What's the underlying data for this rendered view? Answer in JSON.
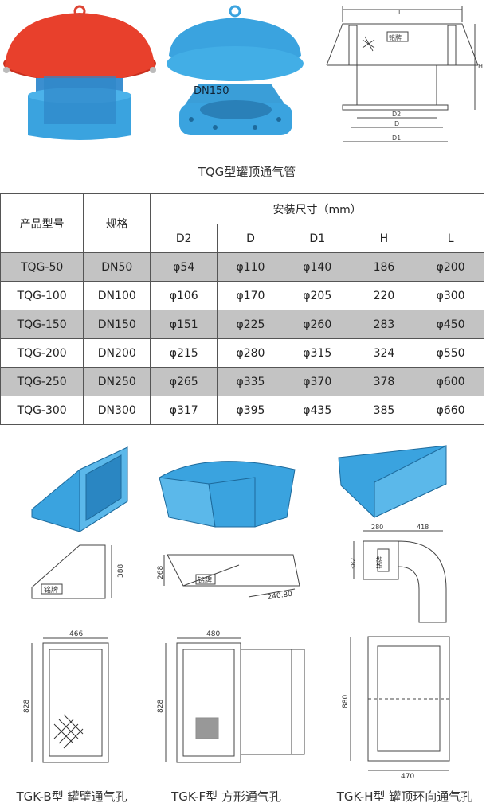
{
  "top": {
    "product_label": "DN150",
    "caption": "TQG型罐顶通气管",
    "drawing_labels": {
      "L": "L",
      "H": "H",
      "D2": "D2",
      "D": "D",
      "D1": "D1",
      "nameplate": "铭牌"
    }
  },
  "table": {
    "header_model": "产品型号",
    "header_spec": "规格",
    "header_dims": "安装尺寸（mm）",
    "dim_columns": [
      "D2",
      "D",
      "D1",
      "H",
      "L"
    ],
    "rows": [
      {
        "model": "TQG-50",
        "spec": "DN50",
        "D2": "φ54",
        "D": "φ110",
        "D1": "φ140",
        "H": "186",
        "L": "φ200"
      },
      {
        "model": "TQG-100",
        "spec": "DN100",
        "D2": "φ106",
        "D": "φ170",
        "D1": "φ205",
        "H": "220",
        "L": "φ300"
      },
      {
        "model": "TQG-150",
        "spec": "DN150",
        "D2": "φ151",
        "D": "φ225",
        "D1": "φ260",
        "H": "283",
        "L": "φ450"
      },
      {
        "model": "TQG-200",
        "spec": "DN200",
        "D2": "φ215",
        "D": "φ280",
        "D1": "φ315",
        "H": "324",
        "L": "φ550"
      },
      {
        "model": "TQG-250",
        "spec": "DN250",
        "D2": "φ265",
        "D": "φ335",
        "D1": "φ370",
        "H": "378",
        "L": "φ600"
      },
      {
        "model": "TQG-300",
        "spec": "DN300",
        "D2": "φ317",
        "D": "φ395",
        "D1": "φ435",
        "H": "385",
        "L": "φ660"
      }
    ]
  },
  "bottom": {
    "b": {
      "caption": "TGK-B型 罐壁通气孔",
      "dim_side": "388",
      "dim_width": "466",
      "dim_height": "828",
      "nameplate": "铭牌"
    },
    "f": {
      "caption": "TGK-F型 方形通气孔",
      "dim_side": "268",
      "dim_diag": "240.80",
      "dim_width": "480",
      "dim_height": "828",
      "nameplate": "铭牌"
    },
    "h": {
      "caption": "TGK-H型 罐顶环向通气孔",
      "dim_a": "280",
      "dim_b": "418",
      "dim_side": "382",
      "dim_width": "470",
      "dim_height": "880",
      "nameplate": "铭牌"
    }
  },
  "colors": {
    "cap_red": "#e8402c",
    "body_blue": "#3aa3df",
    "row_gray": "#c3c3c3"
  }
}
